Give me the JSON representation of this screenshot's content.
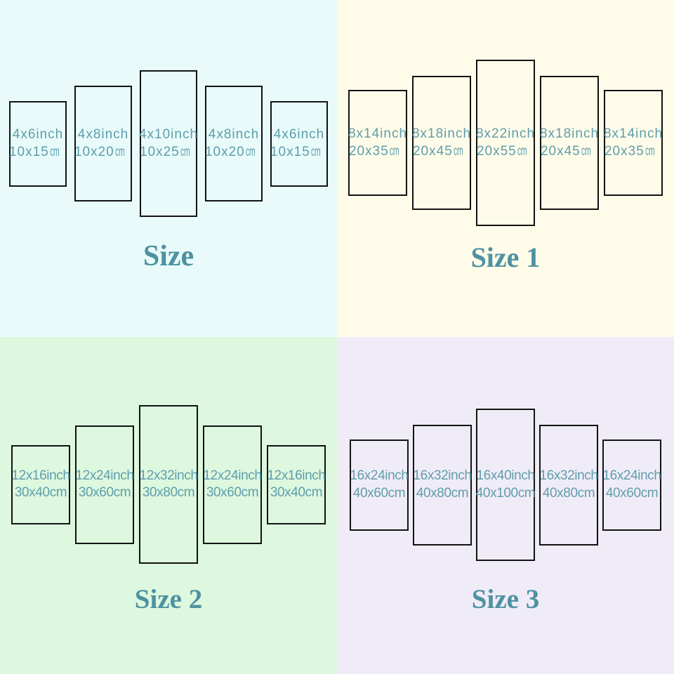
{
  "colors": {
    "label": "#5f9dad",
    "title": "#4e92a2",
    "panel_border": "#121212",
    "bg_size": "#e8fbfa",
    "bg_size1": "#fefce9",
    "bg_size2": "#ddf8de",
    "bg_size3": "#f0ecf7"
  },
  "quadrants": [
    {
      "id": "size",
      "title": "Size",
      "background": "#e8fbfa",
      "unit_compact": true,
      "panels": [
        {
          "inch": "4x6inch",
          "cm": "10x15",
          "unit": "cm",
          "size": "short"
        },
        {
          "inch": "4x8inch",
          "cm": "10x20",
          "unit": "cm",
          "size": "medium"
        },
        {
          "inch": "4x10inch",
          "cm": "10x25",
          "unit": "cm",
          "size": "tall"
        },
        {
          "inch": "4x8inch",
          "cm": "10x20",
          "unit": "cm",
          "size": "medium"
        },
        {
          "inch": "4x6inch",
          "cm": "10x15",
          "unit": "cm",
          "size": "short"
        }
      ]
    },
    {
      "id": "size-1",
      "title": "Size 1",
      "background": "#fefce9",
      "unit_compact": true,
      "panels": [
        {
          "inch": "8x14inch",
          "cm": "20x35",
          "unit": "cm",
          "size": "short"
        },
        {
          "inch": "8x18inch",
          "cm": "20x45",
          "unit": "cm",
          "size": "medium"
        },
        {
          "inch": "8x22inch",
          "cm": "20x55",
          "unit": "cm",
          "size": "tall"
        },
        {
          "inch": "8x18inch",
          "cm": "20x45",
          "unit": "cm",
          "size": "medium"
        },
        {
          "inch": "8x14inch",
          "cm": "20x35",
          "unit": "cm",
          "size": "short"
        }
      ]
    },
    {
      "id": "size-2",
      "title": "Size 2",
      "background": "#ddf8de",
      "unit_compact": false,
      "panels": [
        {
          "inch": "12x16inch",
          "cm": "30x40",
          "unit": "cm",
          "size": "short"
        },
        {
          "inch": "12x24inch",
          "cm": "30x60",
          "unit": "cm",
          "size": "medium"
        },
        {
          "inch": "12x32inch",
          "cm": "30x80",
          "unit": "cm",
          "size": "tall"
        },
        {
          "inch": "12x24inch",
          "cm": "30x60",
          "unit": "cm",
          "size": "medium"
        },
        {
          "inch": "12x16inch",
          "cm": "30x40",
          "unit": "cm",
          "size": "short"
        }
      ]
    },
    {
      "id": "size-3",
      "title": "Size 3",
      "background": "#f0ecf7",
      "unit_compact": false,
      "panels": [
        {
          "inch": "16x24inch",
          "cm": "40x60",
          "unit": "cm",
          "size": "short"
        },
        {
          "inch": "16x32inch",
          "cm": "40x80",
          "unit": "cm",
          "size": "medium"
        },
        {
          "inch": "16x40inch",
          "cm": "40x100",
          "unit": "cm",
          "size": "tall"
        },
        {
          "inch": "16x32inch",
          "cm": "40x80",
          "unit": "cm",
          "size": "medium"
        },
        {
          "inch": "16x24inch",
          "cm": "40x60",
          "unit": "cm",
          "size": "short"
        }
      ]
    }
  ]
}
